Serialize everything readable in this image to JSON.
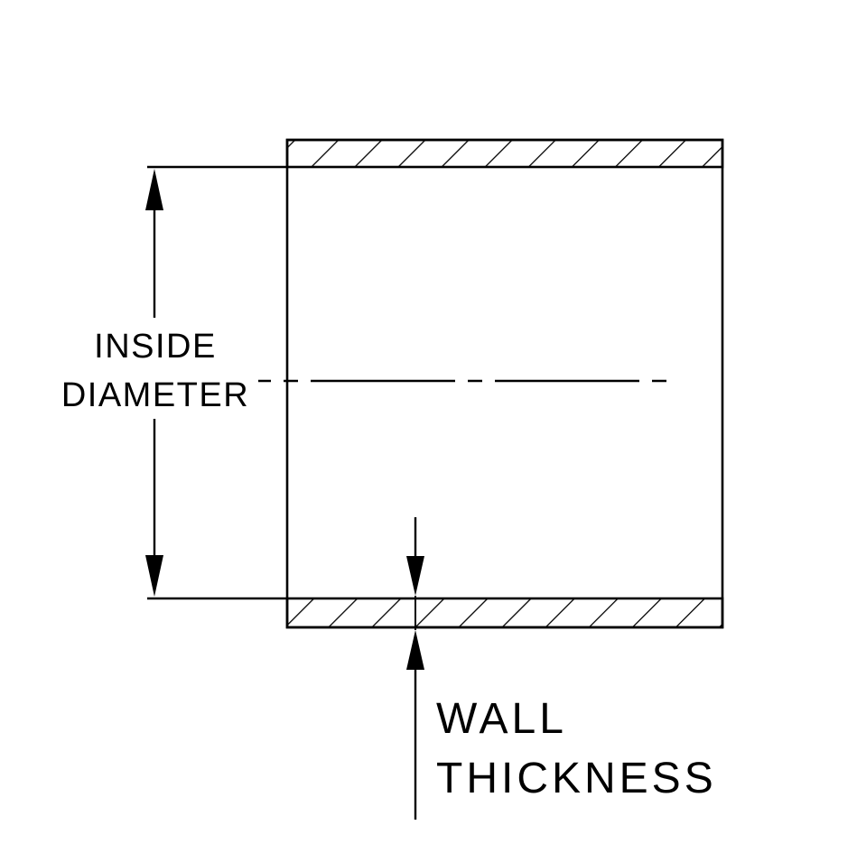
{
  "colors": {
    "line": "#000000",
    "background": "#ffffff"
  },
  "diagram": {
    "labels": {
      "inside_diameter": {
        "line1": "INSIDE",
        "line2": "DIAMETER"
      },
      "wall_thickness": {
        "line1": "WALL",
        "line2": "THICKNESS"
      }
    }
  }
}
